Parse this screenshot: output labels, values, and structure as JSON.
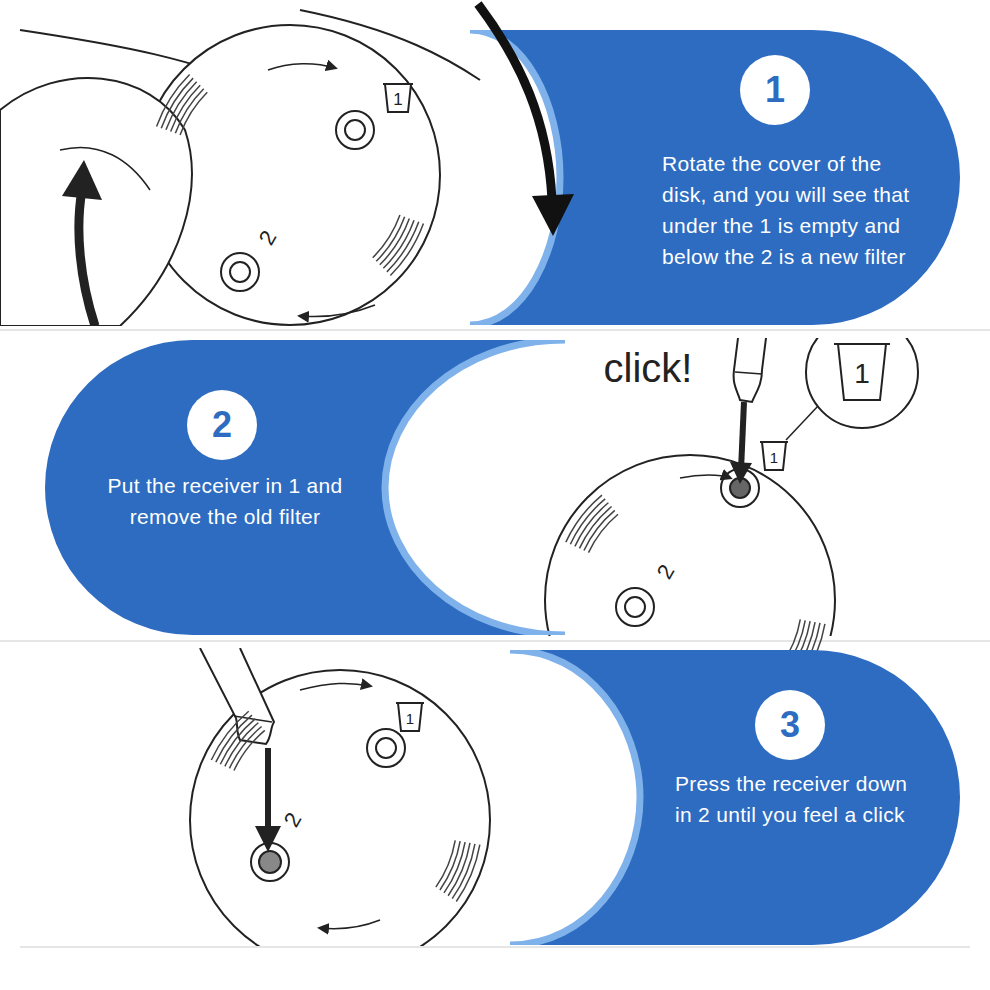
{
  "diagram": {
    "nodes": [
      {
        "text": [
          "Rotate the cover of the disk, and you will see that under the 1 is empty and below the 2 is a new filter"
        ]
      },
      {
        "text": [
          "1"
        ],
        "in": 0
      },
      {
        "text": [
          "Put the receiver in 1 and remove the old filter"
        ]
      },
      {
        "text": [
          "2"
        ],
        "in": 2
      },
      {
        "text": [
          "Press the receiver down in 2 until you feel a click"
        ]
      },
      {
        "text": [
          "3"
        ],
        "in": 4
      }
    ],
    "labels": [
      "1",
      "2",
      "click!",
      "1",
      "1",
      "2",
      "1",
      "2"
    ]
  }
}
